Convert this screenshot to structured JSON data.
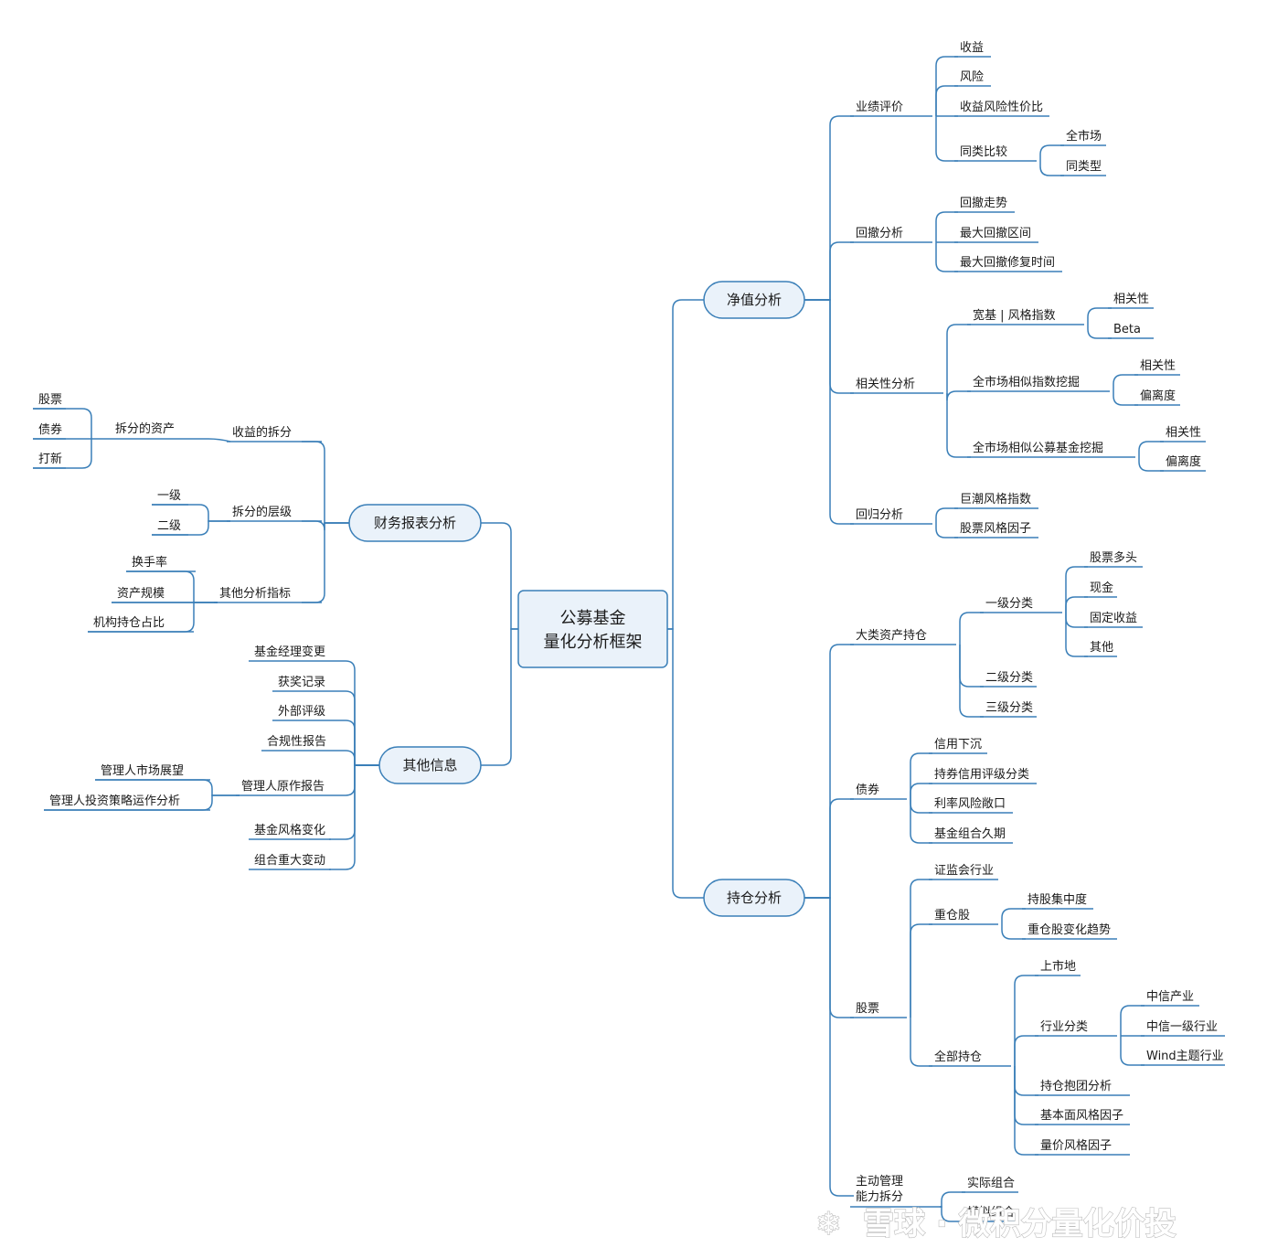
{
  "root": {
    "line1": "公募基金",
    "line2": "量化分析框架"
  },
  "main": {
    "nav": "净值分析",
    "holdings": "持仓分析",
    "financial": "财务报表分析",
    "other": "其他信息"
  },
  "nav": {
    "perf": "业绩评价",
    "perf_children": [
      "收益",
      "风险",
      "收益风险性价比"
    ],
    "peer": "同类比较",
    "peer_children": [
      "全市场",
      "同类型"
    ],
    "drawdown": "回撤分析",
    "drawdown_children": [
      "回撤走势",
      "最大回撤区间",
      "最大回撤修复时间"
    ],
    "corr": "相关性分析",
    "corr_broad": "宽基 | 风格指数",
    "corr_broad_children": [
      "相关性",
      "Beta"
    ],
    "corr_market_index": "全市场相似指数挖掘",
    "corr_market_index_children": [
      "相关性",
      "偏离度"
    ],
    "corr_market_fund": "全市场相似公募基金挖掘",
    "corr_market_fund_children": [
      "相关性",
      "偏离度"
    ],
    "regression": "回归分析",
    "regression_children": [
      "巨潮风格指数",
      "股票风格因子"
    ]
  },
  "holdings": {
    "asset_class": "大类资产持仓",
    "level1": "一级分类",
    "level1_children": [
      "股票多头",
      "现金",
      "固定收益",
      "其他"
    ],
    "level2": "二级分类",
    "level3": "三级分类",
    "bond": "债券",
    "bond_children": [
      "信用下沉",
      "持券信用评级分类",
      "利率风险敞口",
      "基金组合久期"
    ],
    "stock": "股票",
    "csrc_industry": "证监会行业",
    "heavy": "重仓股",
    "heavy_children": [
      "持股集中度",
      "重仓股变化趋势"
    ],
    "all": "全部持仓",
    "listing": "上市地",
    "industry": "行业分类",
    "industry_children": [
      "中信产业",
      "中信一级行业",
      "Wind主题行业"
    ],
    "all_rest": [
      "持仓抱团分析",
      "基本面风格因子",
      "量价风格因子"
    ],
    "active_line1": "主动管理",
    "active_line2": "能力拆分",
    "active_children": [
      "实际组合",
      "模拟组合"
    ]
  },
  "financial": {
    "return_split": "收益的拆分",
    "split_assets": "拆分的资产",
    "split_assets_children": [
      "股票",
      "债券",
      "打新"
    ],
    "split_levels": "拆分的层级",
    "split_levels_children": [
      "一级",
      "二级"
    ],
    "other_metrics": "其他分析指标",
    "other_metrics_children": [
      "换手率",
      "资产规模",
      "机构持仓占比"
    ]
  },
  "other": {
    "items_top": [
      "基金经理变更",
      "获奖记录",
      "外部评级",
      "合规性报告"
    ],
    "report": "管理人原作报告",
    "report_children": [
      "管理人市场展望",
      "管理人投资策略运作分析"
    ],
    "items_bottom": [
      "基金风格变化",
      "组合重大变动"
    ]
  },
  "watermark": "雪球 · 微积分量化价投"
}
